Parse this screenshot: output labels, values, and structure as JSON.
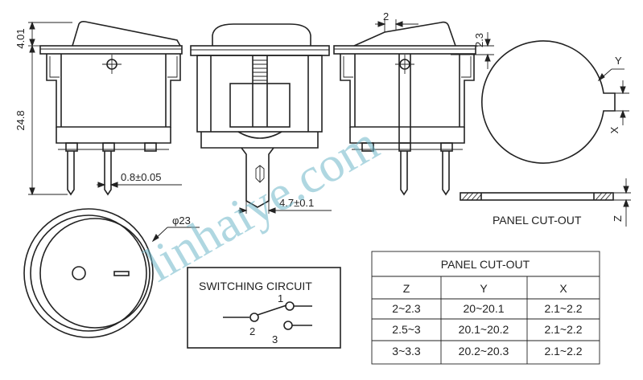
{
  "dimensions": {
    "top_height": "4.01",
    "total_height": "24.8",
    "pin_width": "0.8±0.05",
    "rocker_offset": "2",
    "rocker_step": "2.3",
    "terminal_width": "4.7±0.1",
    "diameter": "φ23"
  },
  "cutout": {
    "label_y": "Y",
    "label_x": "X",
    "label_z": "Z",
    "caption": "PANEL CUT-OUT"
  },
  "circuit": {
    "title": "SWITCHING CIRCUIT",
    "terminal_1": "1",
    "terminal_2": "2",
    "terminal_3": "3"
  },
  "table": {
    "title": "PANEL CUT-OUT",
    "headers": [
      "Z",
      "Y",
      "X"
    ],
    "rows": [
      [
        "2~2.3",
        "20~20.1",
        "2.1~2.2"
      ],
      [
        "2.5~3",
        "20.1~20.2",
        "2.1~2.2"
      ],
      [
        "3~3.3",
        "20.2~20.3",
        "2.1~2.2"
      ]
    ]
  },
  "watermark": "linhaiye.com"
}
